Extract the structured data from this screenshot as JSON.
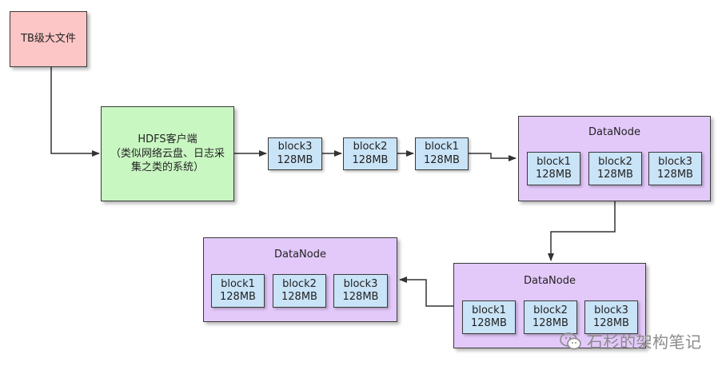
{
  "source": {
    "label": "TB级大文件"
  },
  "client": {
    "line1": "HDFS客户端",
    "line2": "（类似网络云盘、日志采",
    "line3": "集之类的系统）"
  },
  "queue": [
    {
      "name": "block3",
      "size": "128MB"
    },
    {
      "name": "block2",
      "size": "128MB"
    },
    {
      "name": "block1",
      "size": "128MB"
    }
  ],
  "datanodes": [
    {
      "title": "DataNode",
      "blocks": [
        {
          "name": "block1",
          "size": "128MB"
        },
        {
          "name": "block2",
          "size": "128MB"
        },
        {
          "name": "block3",
          "size": "128MB"
        }
      ]
    },
    {
      "title": "DataNode",
      "blocks": [
        {
          "name": "block1",
          "size": "128MB"
        },
        {
          "name": "block2",
          "size": "128MB"
        },
        {
          "name": "block3",
          "size": "128MB"
        }
      ]
    },
    {
      "title": "DataNode",
      "blocks": [
        {
          "name": "block1",
          "size": "128MB"
        },
        {
          "name": "block2",
          "size": "128MB"
        },
        {
          "name": "block3",
          "size": "128MB"
        }
      ]
    }
  ],
  "watermark": {
    "text": "石杉的架构笔记",
    "icon": "wechat-icon"
  }
}
